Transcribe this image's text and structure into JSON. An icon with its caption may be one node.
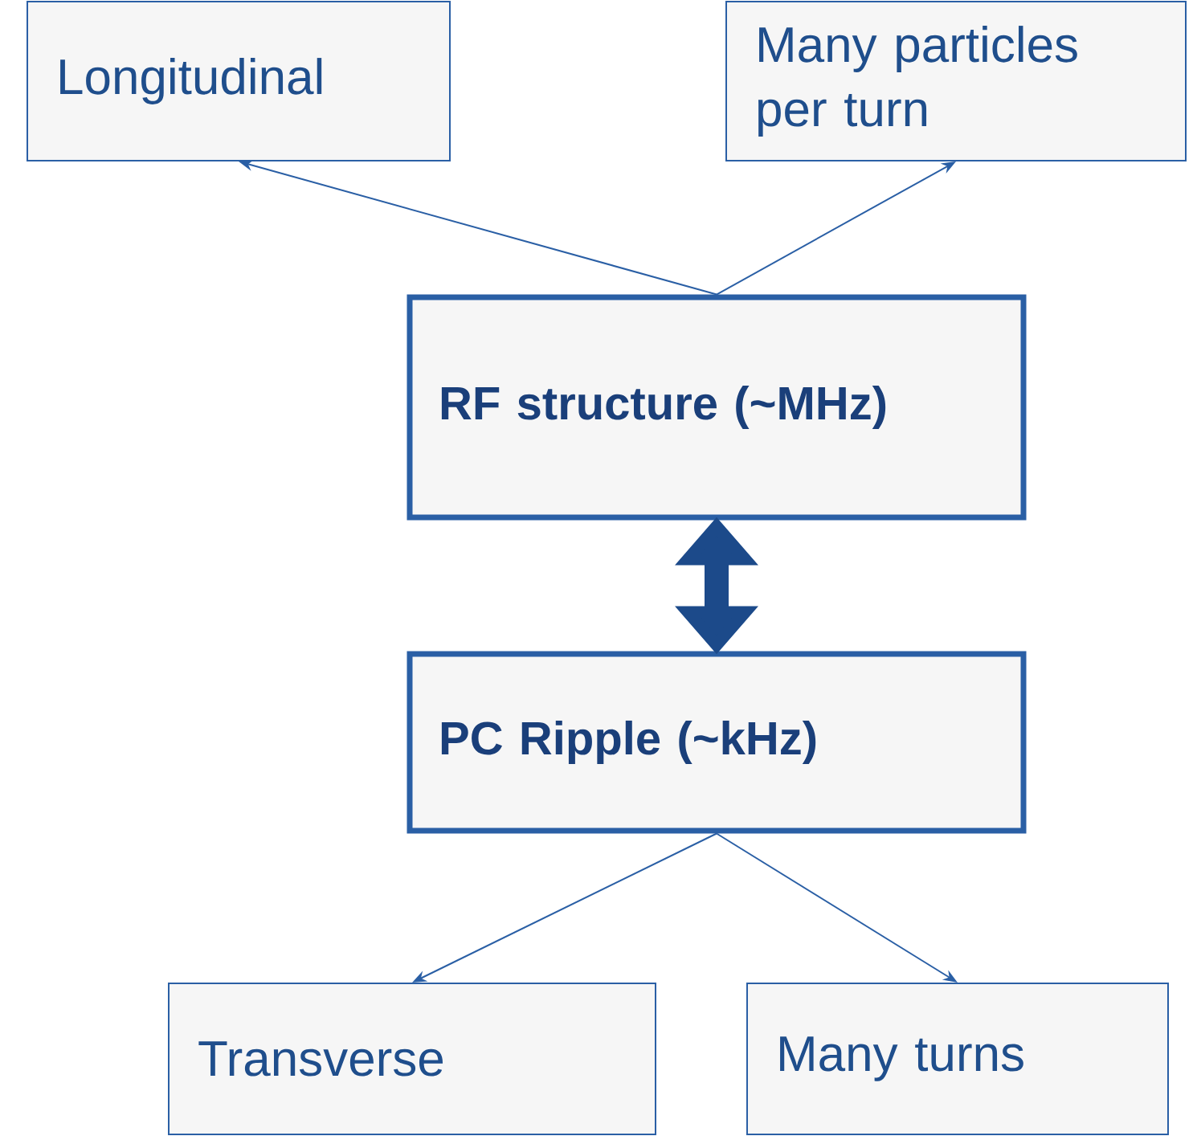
{
  "diagram": {
    "nodes": [
      {
        "text": [
          "Longitudinal"
        ]
      },
      {
        "text": [
          "Many particles per turn"
        ]
      },
      {
        "text": [
          "RF structure (~MHz)"
        ]
      },
      {
        "text": [
          "PC Ripple (~kHz)"
        ]
      },
      {
        "text": [
          "Transverse"
        ]
      },
      {
        "text": [
          "Many turns"
        ]
      }
    ],
    "edges": [
      {
        "from": 2,
        "to": 0,
        "arrow": "to"
      },
      {
        "from": 2,
        "to": 1,
        "arrow": "to"
      },
      {
        "from": 2,
        "to": 3,
        "arrow": "both",
        "style": "thick",
        "color": "#1c4a8a"
      },
      {
        "from": 3,
        "to": 4,
        "arrow": "to"
      },
      {
        "from": 3,
        "to": 5,
        "arrow": "to"
      }
    ]
  }
}
